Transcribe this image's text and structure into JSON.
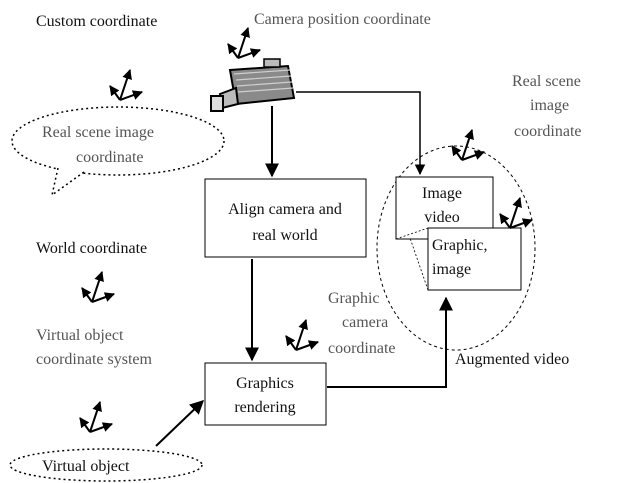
{
  "labels": {
    "custom_coordinate": "Custom coordinate",
    "camera_position_coordinate": "Camera position coordinate",
    "real_scene_image_coordinate_left_1": "Real scene image",
    "real_scene_image_coordinate_left_2": "coordinate",
    "real_scene_image_coordinate_right_1": "Real scene",
    "real_scene_image_coordinate_right_2": "image",
    "real_scene_image_coordinate_right_3": "coordinate",
    "world_coordinate": "World coordinate",
    "virtual_object_coordinate_system_1": "Virtual object",
    "virtual_object_coordinate_system_2": "coordinate system",
    "graphic_camera_coordinate_1": "Graphic",
    "graphic_camera_coordinate_2": "camera",
    "graphic_camera_coordinate_3": "coordinate",
    "augmented_video": "Augmented video",
    "virtual_object": "Virtual object"
  },
  "boxes": {
    "align_1": "Align camera and",
    "align_2": "real world",
    "graphics_1": "Graphics",
    "graphics_2": "rendering",
    "image_video_1": "Image",
    "image_video_2": "video",
    "graphic_image_1": "Graphic,",
    "graphic_image_2": "image"
  },
  "icons": {
    "camera": "video-camera-icon",
    "axes": "coordinate-axes-icon"
  },
  "colors": {
    "line": "#000000",
    "text_dark": "#111111",
    "text_gray": "#555555"
  }
}
